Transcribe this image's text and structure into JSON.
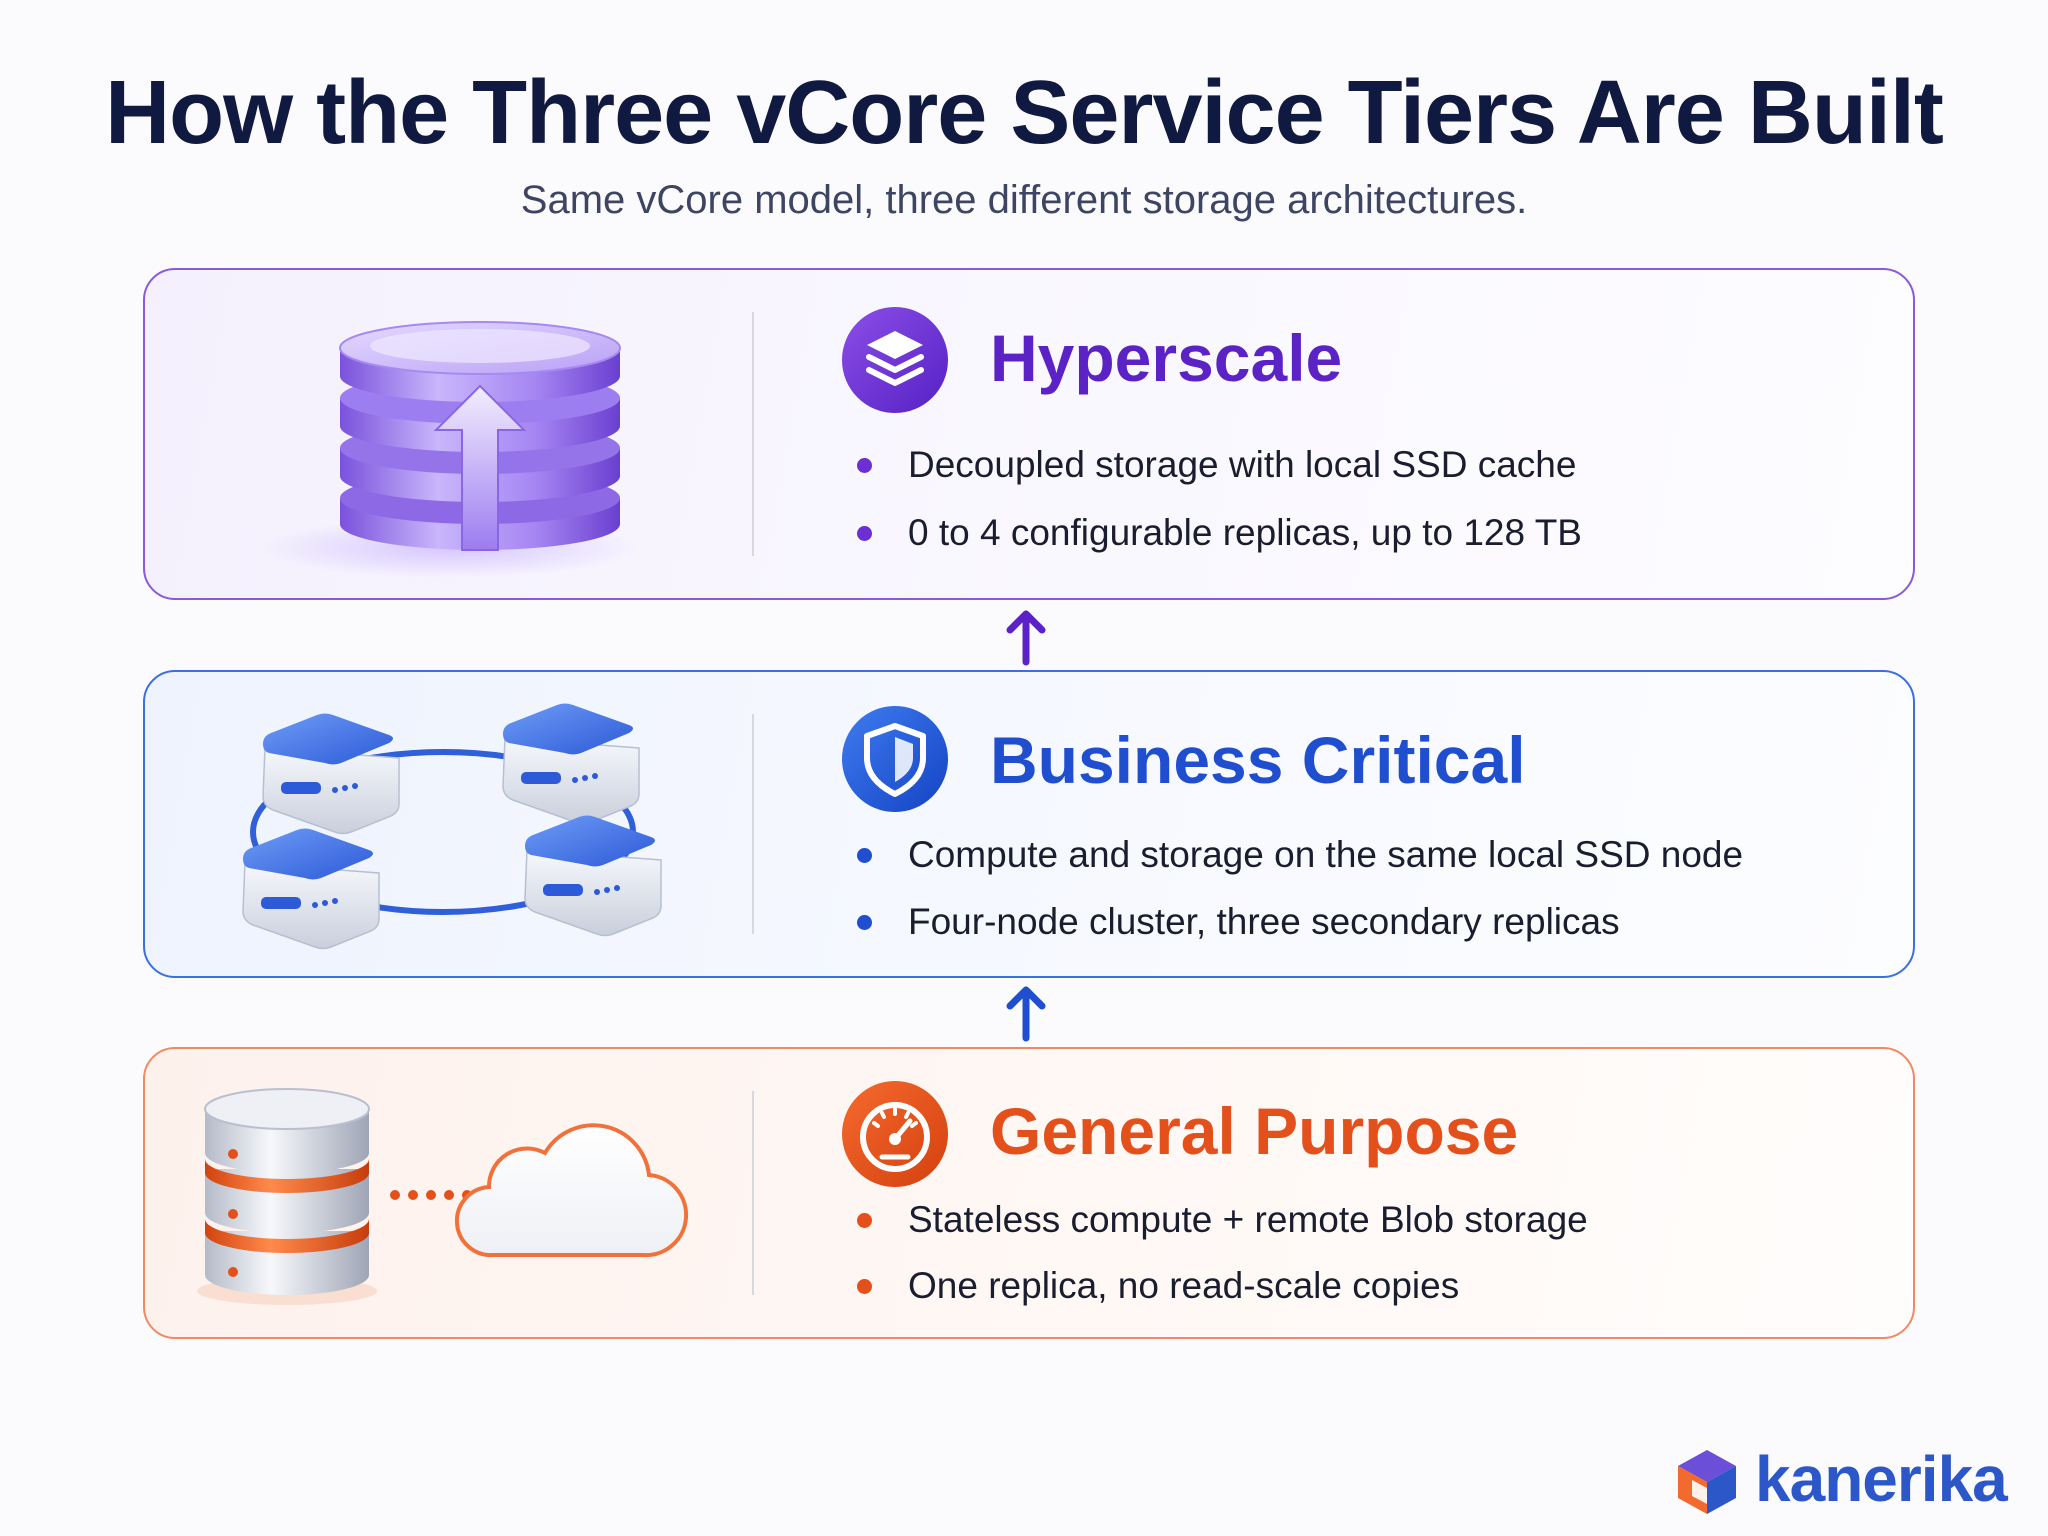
{
  "header": {
    "title": "How the Three vCore Service Tiers Are Built",
    "subtitle": "Same vCore model, three different storage architectures."
  },
  "tiers": [
    {
      "name": "Hyperscale",
      "icon": "layers-icon",
      "color": "#5b23c6",
      "bullets": [
        "Decoupled storage with local SSD cache",
        "0 to 4 configurable replicas, up to 128 TB"
      ]
    },
    {
      "name": "Business Critical",
      "icon": "shield-icon",
      "color": "#1f4fcf",
      "bullets": [
        "Compute and storage on the same local SSD node",
        "Four-node cluster, three secondary replicas"
      ]
    },
    {
      "name": "General Purpose",
      "icon": "speedometer-icon",
      "color": "#e4501c",
      "bullets": [
        "Stateless compute + remote Blob storage",
        "One replica, no read-scale copies"
      ]
    }
  ],
  "brand": {
    "name": "kanerika"
  }
}
